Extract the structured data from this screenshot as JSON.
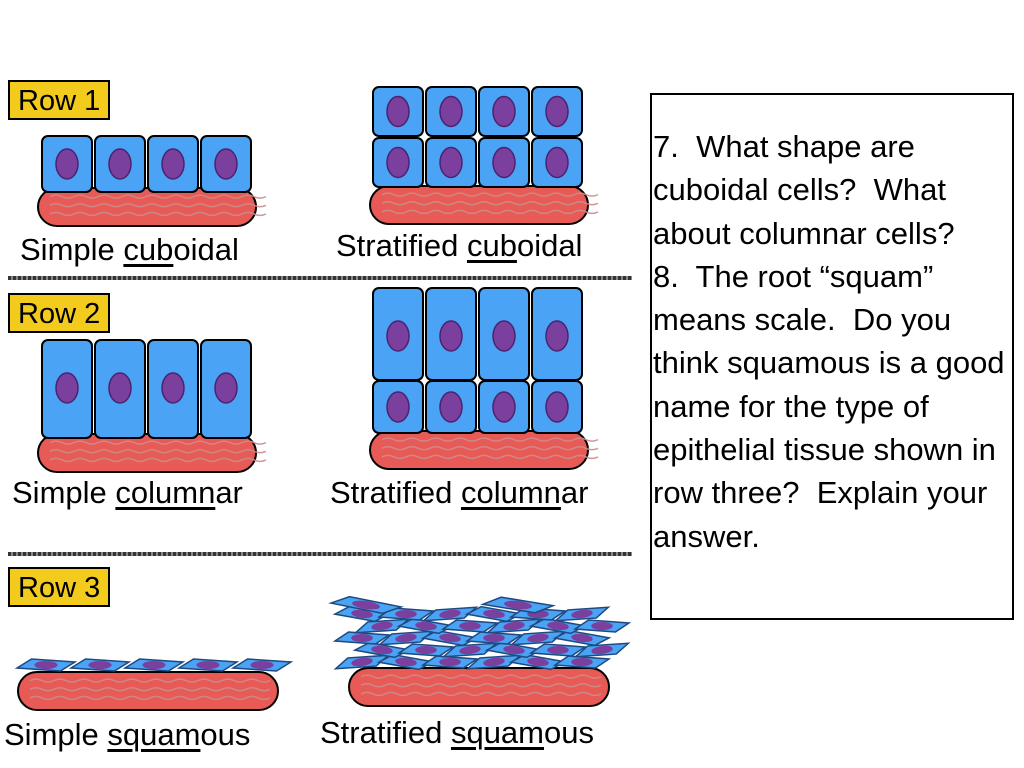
{
  "rows": [
    {
      "tag": "Row 1",
      "simple": {
        "pre": "Simple ",
        "u": "cub",
        "mid": "o",
        "post": "idal"
      },
      "stratified": {
        "pre": "Stratified ",
        "u": "cub",
        "mid": "o",
        "post": "idal"
      }
    },
    {
      "tag": "Row 2",
      "simple": {
        "pre": "Simple ",
        "u": "column",
        "mid": "",
        "post": "ar"
      },
      "stratified": {
        "pre": "Stratified ",
        "u": "column",
        "mid": "",
        "post": "ar"
      }
    },
    {
      "tag": "Row 3",
      "simple": {
        "pre": "Simple ",
        "u": "squam",
        "mid": "",
        "post": "ous"
      },
      "stratified": {
        "pre": "Stratified ",
        "u": "squam",
        "mid": "",
        "post": "ous"
      }
    }
  ],
  "questions": {
    "q7": "7.  What shape are cuboidal cells?  What about columnar cells?",
    "q8": "8.  The root “squam” means scale.  Do you think squamous is a good name for the type of epithelial tissue shown in row three?  Explain your answer."
  },
  "colors": {
    "cell": "#4aa3f5",
    "nucleus": "#7b3f9e",
    "basement": "#e85a55",
    "tag": "#f2cb1d"
  }
}
